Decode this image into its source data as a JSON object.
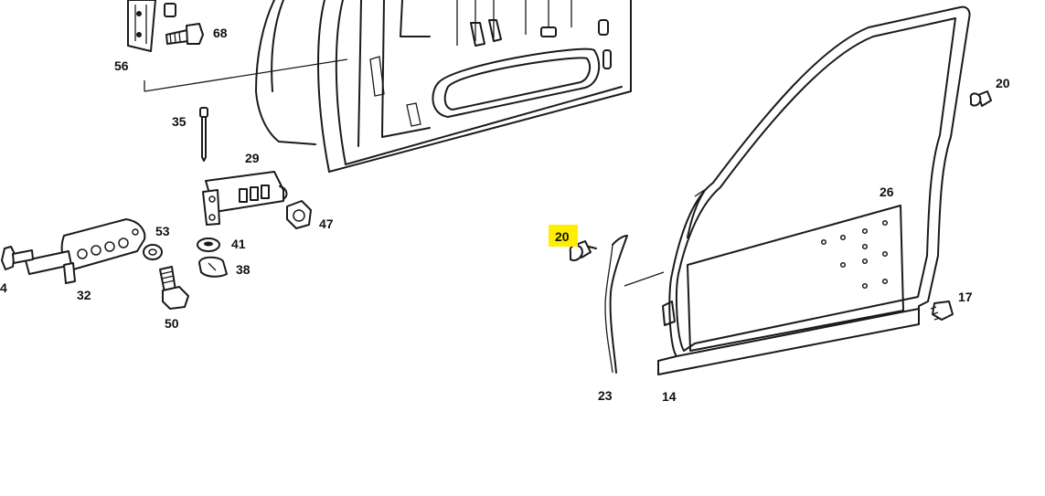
{
  "diagram": {
    "highlight_color": "#ffee00",
    "line_color": "#1a1a1a",
    "labels": [
      {
        "id": "56",
        "text": "56"
      },
      {
        "id": "68",
        "text": "68"
      },
      {
        "id": "35",
        "text": "35"
      },
      {
        "id": "29",
        "text": "29"
      },
      {
        "id": "47",
        "text": "47"
      },
      {
        "id": "53",
        "text": "53"
      },
      {
        "id": "41",
        "text": "41"
      },
      {
        "id": "38",
        "text": "38"
      },
      {
        "id": "4",
        "text": "4"
      },
      {
        "id": "32",
        "text": "32"
      },
      {
        "id": "50",
        "text": "50"
      },
      {
        "id": "20a",
        "text": "20"
      },
      {
        "id": "20b",
        "text": "20"
      },
      {
        "id": "26",
        "text": "26"
      },
      {
        "id": "17",
        "text": "17"
      },
      {
        "id": "23",
        "text": "23"
      },
      {
        "id": "14",
        "text": "14"
      }
    ],
    "highlighted_label": "20b"
  }
}
